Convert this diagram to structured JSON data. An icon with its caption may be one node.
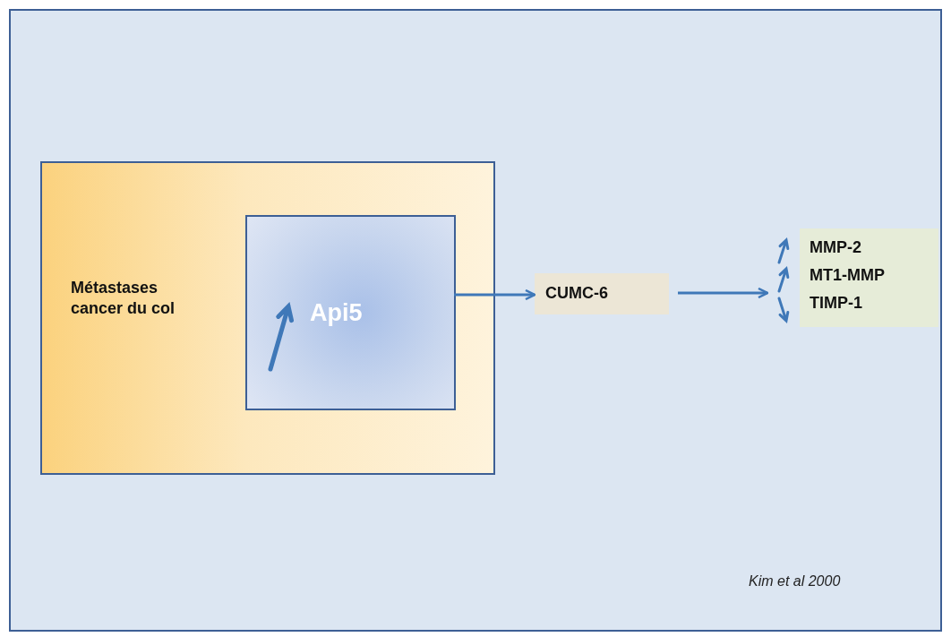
{
  "diagram": {
    "nodes": [
      {
        "text": [
          "Métastases cancer du col"
        ]
      },
      {
        "text": [
          "Api5"
        ],
        "in": 0
      },
      {
        "text": [
          "CUMC-6"
        ]
      },
      {
        "text": [
          "MMP-2",
          "MT1-MMP",
          "TIMP-1"
        ]
      }
    ],
    "edges": [
      {
        "from": 1,
        "to": 2,
        "arrow": "to"
      },
      {
        "from": 2,
        "to": 3,
        "arrow": "to"
      }
    ],
    "labels": [
      "Kim et al 2000"
    ]
  }
}
